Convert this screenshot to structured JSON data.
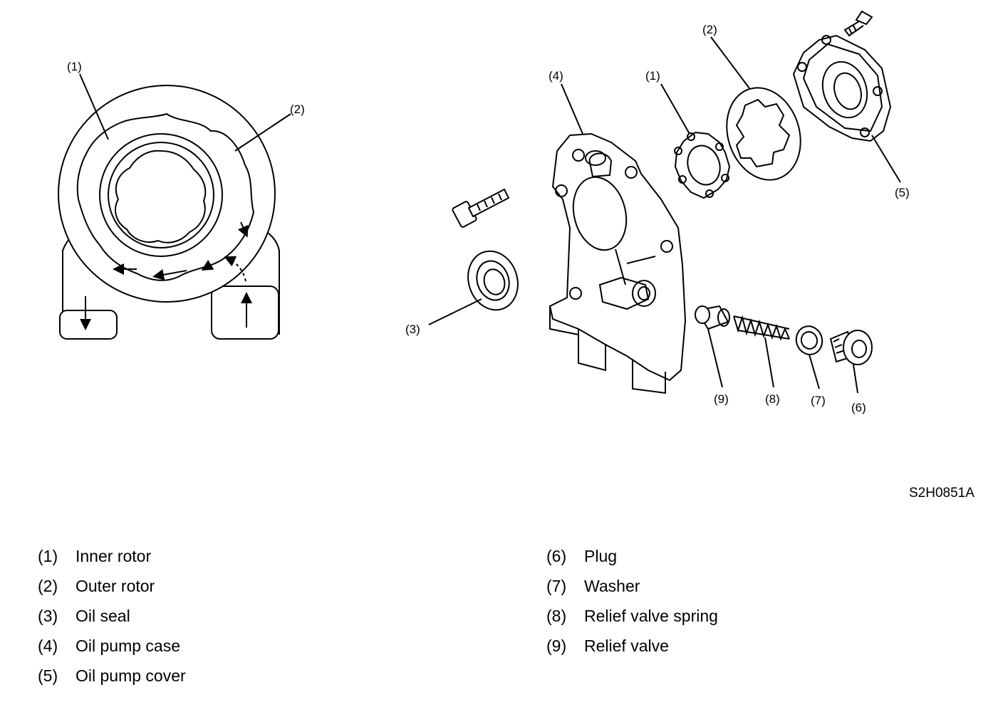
{
  "figure": {
    "code": "S2H0851A",
    "callouts": {
      "left_1": "(1)",
      "left_2": "(2)",
      "exp_1": "(1)",
      "exp_2": "(2)",
      "exp_3": "(3)",
      "exp_4": "(4)",
      "exp_5": "(5)",
      "exp_6": "(6)",
      "exp_7": "(7)",
      "exp_8": "(8)",
      "exp_9": "(9)"
    }
  },
  "legend": {
    "left": [
      {
        "num": "(1)",
        "label": "Inner rotor"
      },
      {
        "num": "(2)",
        "label": "Outer rotor"
      },
      {
        "num": "(3)",
        "label": "Oil seal"
      },
      {
        "num": "(4)",
        "label": "Oil pump case"
      },
      {
        "num": "(5)",
        "label": "Oil pump cover"
      }
    ],
    "right": [
      {
        "num": "(6)",
        "label": "Plug"
      },
      {
        "num": "(7)",
        "label": "Washer"
      },
      {
        "num": "(8)",
        "label": "Relief valve spring"
      },
      {
        "num": "(9)",
        "label": "Relief valve"
      }
    ]
  }
}
